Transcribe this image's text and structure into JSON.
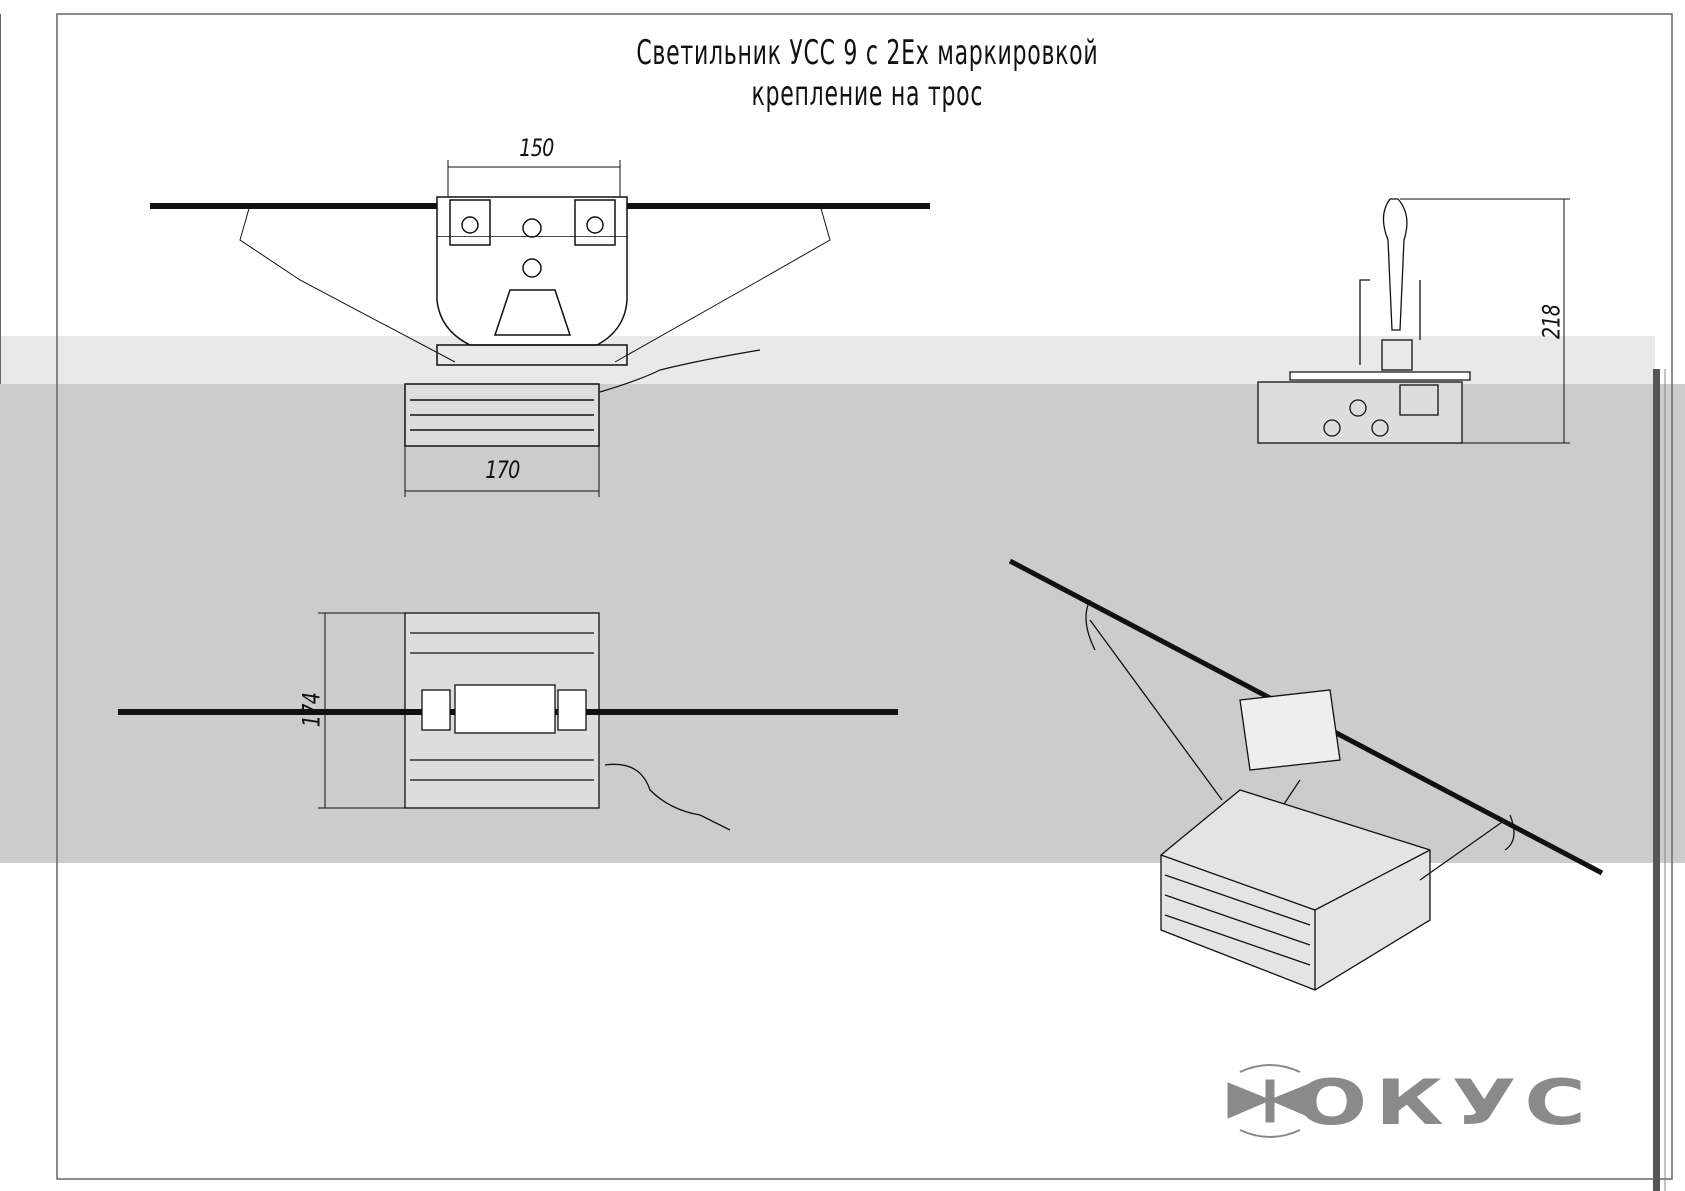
{
  "drawing": {
    "title_line1": "Светильник УСС 9 с 2Ех маркировкой",
    "title_line2": "крепление на трос",
    "dimensions": {
      "bracket_width": "150",
      "body_width": "170",
      "body_depth": "174",
      "height": "218"
    },
    "logo": "ОКУС",
    "logo_full": "ФОКУС"
  },
  "colors": {
    "band": "#cccccc",
    "band_light": "#e9e9e9",
    "line": "#111111",
    "logo": "#8a8a8a"
  }
}
